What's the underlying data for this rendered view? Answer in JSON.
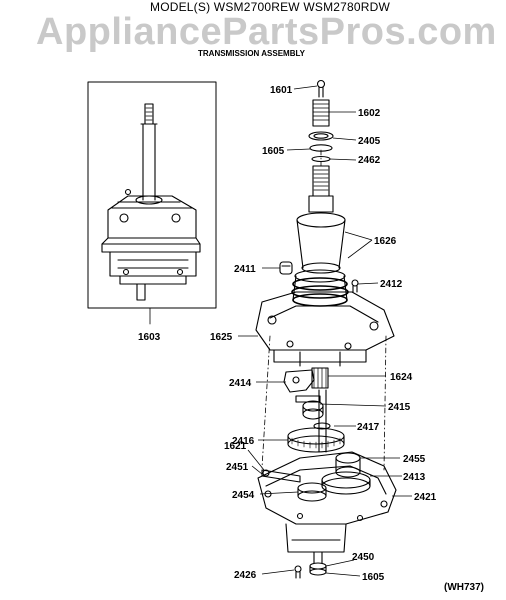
{
  "header": {
    "model_line": "MODEL(S) WSM2700REW  WSM2780RDW",
    "watermark": "AppliancePartsPros.com",
    "assembly_title": "TRANSMISSION ASSEMBLY"
  },
  "diagram_code": "(WH737)",
  "part_labels": {
    "p1601": "1601",
    "p1602": "1602",
    "p2405": "2405",
    "p1605a": "1605",
    "p2462": "2462",
    "p1626": "1626",
    "p2411": "2411",
    "p2412": "2412",
    "p1603": "1603",
    "p1625": "1625",
    "p2414": "2414",
    "p1624": "1624",
    "p2415": "2415",
    "p2417": "2417",
    "p1621": "1621",
    "p2416": "2416",
    "p2455": "2455",
    "p2451": "2451",
    "p2413": "2413",
    "p2454": "2454",
    "p2421": "2421",
    "p2450": "2450",
    "p2426": "2426",
    "p1605b": "1605"
  }
}
